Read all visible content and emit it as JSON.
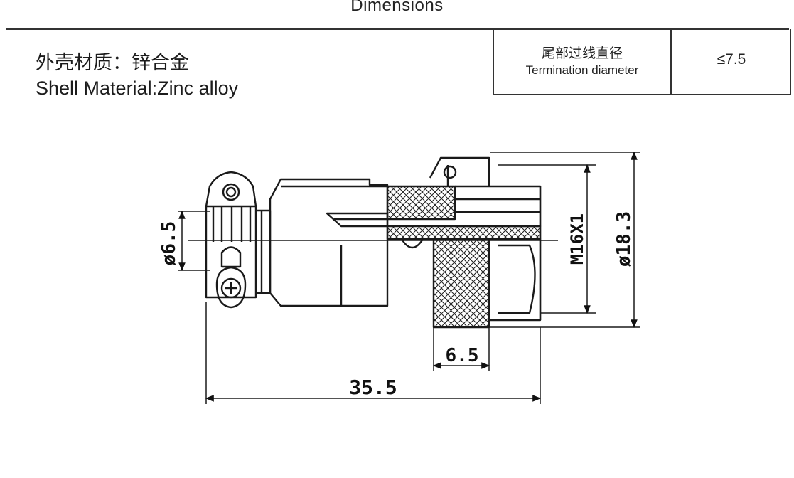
{
  "header": {
    "title": "Dimensions"
  },
  "material": {
    "zh": "外壳材质：锌合金",
    "en": "Shell  Material:Zinc alloy"
  },
  "spec_table": {
    "label_zh": "尾部过线直径",
    "label_en": "Termination diameter",
    "value": "≤7.5"
  },
  "dimensions": {
    "pin_diameter": "ø6.5",
    "thread": "M16X1",
    "outer_diameter": "ø18.3",
    "nut_width": "6.5",
    "total_length": "35.5"
  },
  "colors": {
    "line": "#1a1a1a",
    "background": "#ffffff"
  }
}
